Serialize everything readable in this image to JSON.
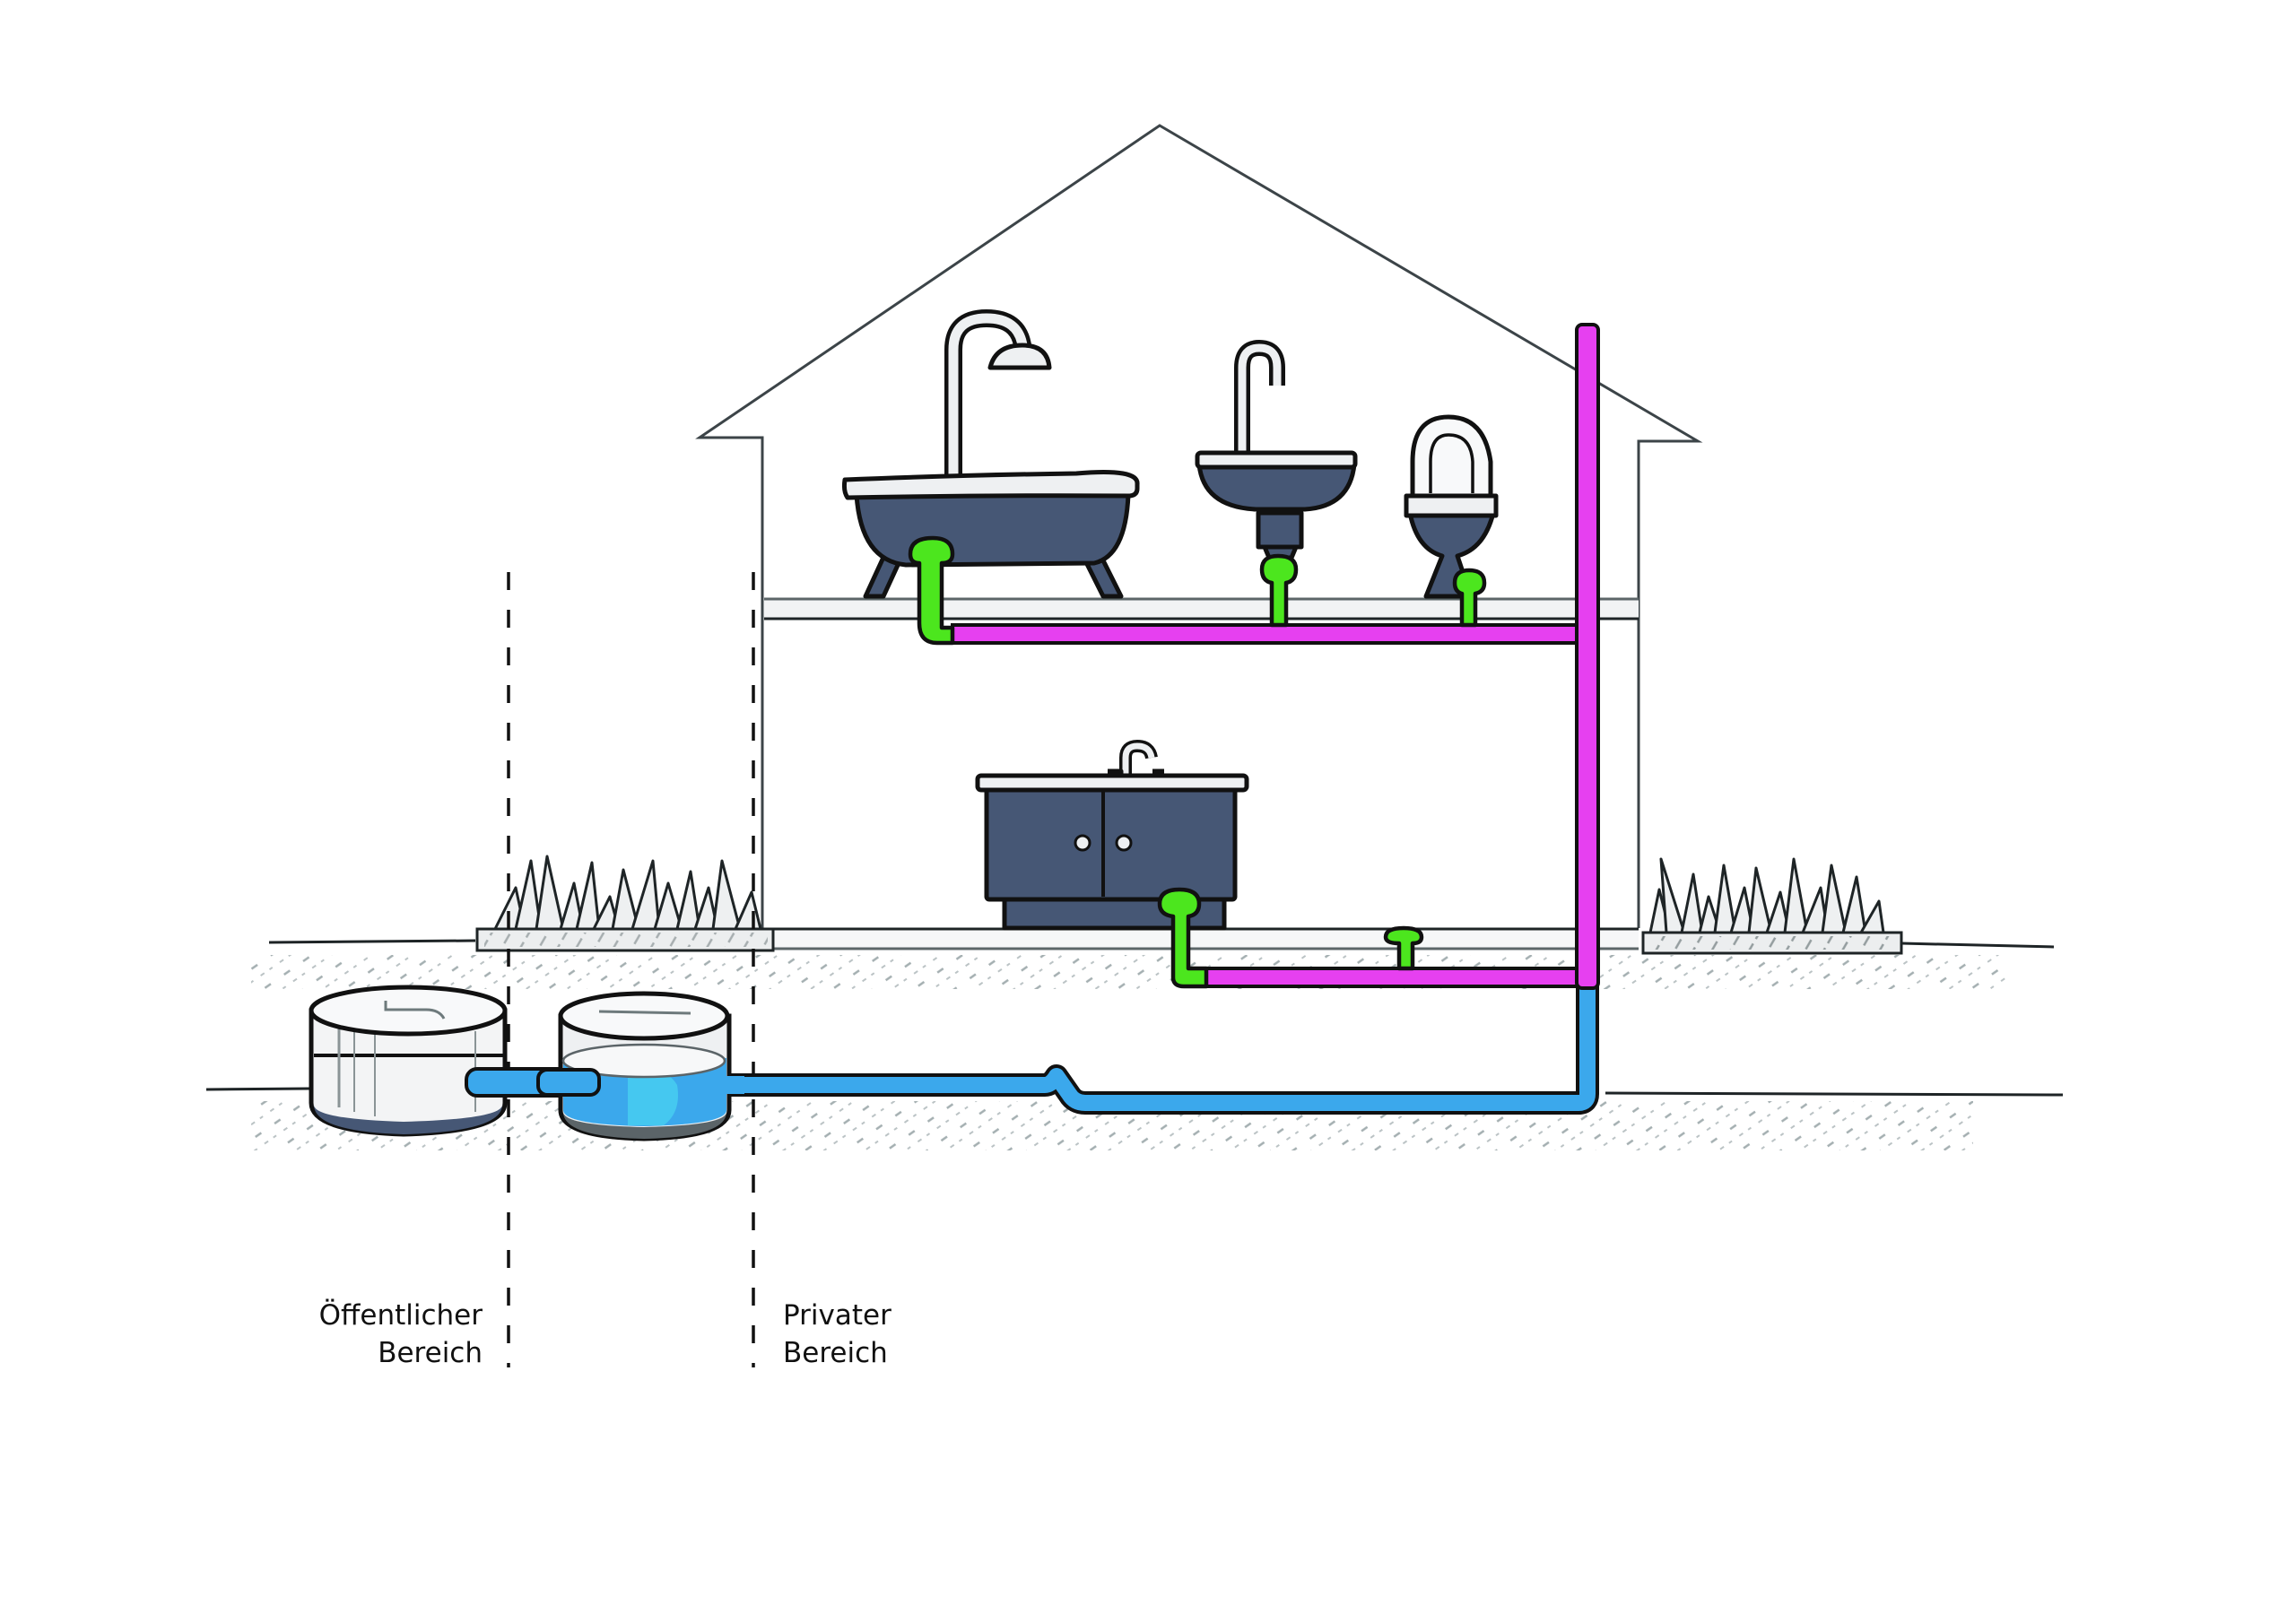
{
  "diagram": {
    "title": "House drainage connection diagram",
    "zones": {
      "public": {
        "line1": "Öffentlicher",
        "line2": "Bereich"
      },
      "private": {
        "line1": "Privater",
        "line2": "Bereich"
      }
    },
    "fixtures": {
      "upper_floor": [
        "bathtub-with-shower",
        "washbasin",
        "toilet"
      ],
      "ground_floor": [
        "vanity-sink-cabinet",
        "floor-drain"
      ]
    },
    "pipes": {
      "connection_pipes": "green",
      "collection_pipes": "magenta",
      "house_sewer": "blue"
    },
    "chambers": [
      "public-sewer-chamber",
      "inspection-chamber"
    ]
  },
  "colors": {
    "outline": "#111111",
    "house_line": "#3c4448",
    "fixture_fill": "#465775",
    "porcelain": "#eef0f2",
    "green_pipe": "#4ce61e",
    "magenta_pipe": "#e640f0",
    "blue_pipe": "#3ba8ec",
    "water_light": "#45c8f0",
    "hatch": "#9aa6a8",
    "chamber_base": "#5b6468"
  }
}
